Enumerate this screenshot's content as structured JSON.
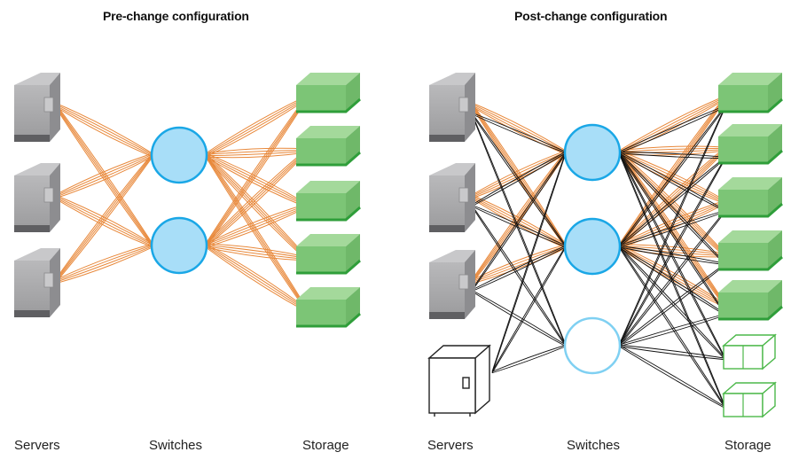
{
  "panels": [
    {
      "title": "Pre-change configuration",
      "labels": {
        "servers": "Servers",
        "switches": "Switches",
        "storage": "Storage"
      }
    },
    {
      "title": "Post-change configuration",
      "labels": {
        "servers": "Servers",
        "switches": "Switches",
        "storage": "Storage"
      }
    }
  ],
  "colors": {
    "existing_link": "#e8883a",
    "new_link": "#111111",
    "switch_fill": "#a8def8",
    "switch_stroke": "#1aa7e6",
    "new_switch_stroke": "#7fd0f2",
    "storage_green": "#7cc576",
    "storage_dark": "#2f9e3a",
    "server_gray": "#a9a9ab"
  }
}
